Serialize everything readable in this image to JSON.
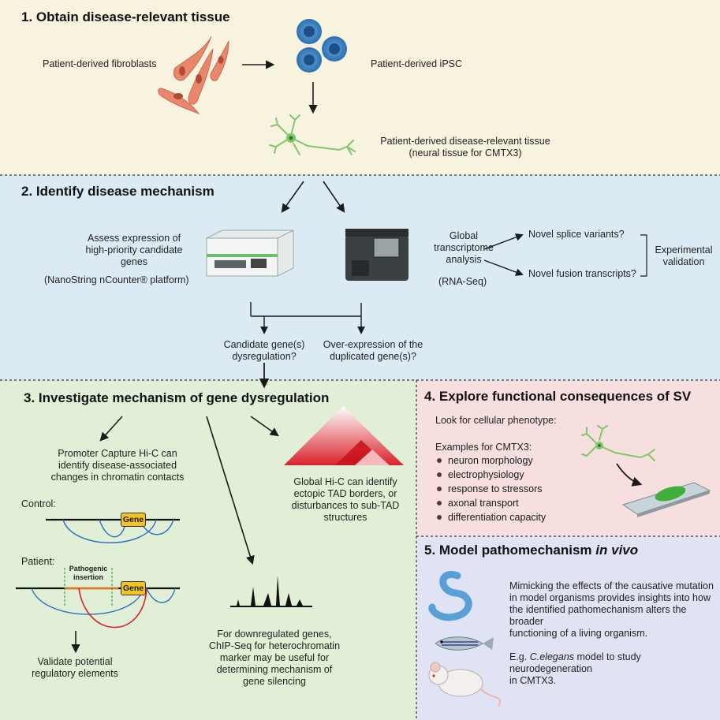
{
  "panel1": {
    "title": "1. Obtain disease-relevant tissue",
    "fibroblasts": "Patient-derived fibroblasts",
    "ipsc": "Patient-derived iPSC",
    "tissue_line1": "Patient-derived disease-relevant tissue",
    "tissue_line2": "(neural tissue for CMTX3)"
  },
  "panel2": {
    "title": "2. Identify disease mechanism",
    "assess_line1": "Assess expression of",
    "assess_line2": "high-priority candidate",
    "assess_line3": "genes",
    "nanostring": "(NanoString nCounter®  platform)",
    "global_line1": "Global",
    "global_line2": "transcriptome",
    "global_line3": "analysis",
    "rnaseq": "(RNA-Seq)",
    "splice": "Novel splice variants?",
    "fusion": "Novel fusion transcripts?",
    "exp_line1": "Experimental",
    "exp_line2": "validation",
    "candidate_line1": "Candidate gene(s)",
    "candidate_line2": "dysregulation?",
    "overexp_line1": "Over-expression of the",
    "overexp_line2": "duplicated gene(s)?"
  },
  "panel3": {
    "title": "3. Investigate mechanism of gene dysregulation",
    "promoter_line1": "Promoter Capture Hi-C can",
    "promoter_line2": "identify disease-associated",
    "promoter_line3": "changes in chromatin contacts",
    "control": "Control:",
    "patient": "Patient:",
    "gene": "Gene",
    "pathogenic_line1": "Pathogenic",
    "pathogenic_line2": "insertion",
    "validate_line1": "Validate potential",
    "validate_line2": "regulatory elements",
    "globalhic_line1": "Global Hi-C can identify",
    "globalhic_line2": "ectopic TAD borders, or",
    "globalhic_line3": "disturbances to sub-TAD",
    "globalhic_line4": "structures",
    "chip_line1": "For downregulated genes,",
    "chip_line2": "ChIP-Seq for heterochromatin",
    "chip_line3": "marker may be useful for",
    "chip_line4": "determining mechanism of",
    "chip_line5": "gene silencing"
  },
  "panel4": {
    "title": "4. Explore functional consequences of SV",
    "look": "Look for cellular phenotype:",
    "examples": "Examples for CMTX3:",
    "items": [
      "neuron morphology",
      "electrophysiology",
      "response to stressors",
      "axonal transport",
      "differentiation capacity"
    ]
  },
  "panel5": {
    "title_main": "5. Model pathomechanism",
    "title_italic": "in vivo",
    "para_line1": "Mimicking the effects of the causative mutation",
    "para_line2": "in model organisms provides insights into how",
    "para_line3": "the identified pathomechanism alters the broader",
    "para_line4": "functioning of a living organism.",
    "eg_prefix": "E.g.",
    "eg_italic": "C.elegans",
    "eg_rest": "model to study neurodegeneration",
    "eg_line2": "in CMTX3."
  },
  "colors": {
    "panel1_bg": "#f7f3df",
    "panel2_bg": "#dcebf3",
    "panel3_bg": "#e1efd7",
    "panel4_bg": "#f8dfdf",
    "panel5_bg": "#e0e3f4",
    "gene_box": "#f2c322",
    "neuron": "#7fc86c",
    "cell_blue": "#3b7fc0",
    "fibroblast": "#e9876c",
    "tad_red": "#d8222b"
  }
}
